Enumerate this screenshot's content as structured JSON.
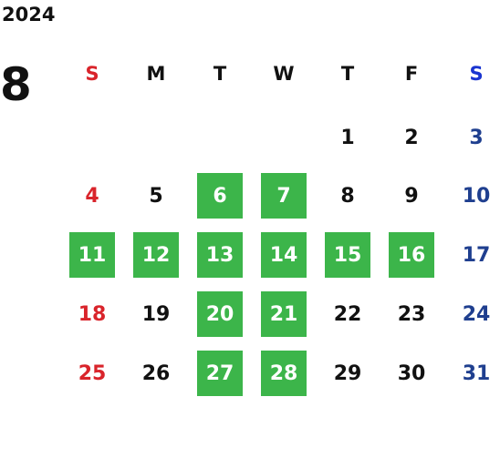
{
  "header": {
    "year": "2024",
    "month": "8"
  },
  "weekdays": [
    "S",
    "M",
    "T",
    "W",
    "T",
    "F",
    "S"
  ],
  "weeks": [
    [
      "",
      "",
      "",
      "",
      "1",
      "2",
      "3"
    ],
    [
      "4",
      "5",
      "6",
      "7",
      "8",
      "9",
      "10"
    ],
    [
      "11",
      "12",
      "13",
      "14",
      "15",
      "16",
      "17"
    ],
    [
      "18",
      "19",
      "20",
      "21",
      "22",
      "23",
      "24"
    ],
    [
      "25",
      "26",
      "27",
      "28",
      "29",
      "30",
      "31"
    ]
  ],
  "highlighted_days": [
    "6",
    "7",
    "11",
    "12",
    "13",
    "14",
    "15",
    "16",
    "20",
    "21",
    "27",
    "28"
  ],
  "colors": {
    "sunday": "#d9242b",
    "saturday_header": "#1a35d0",
    "saturday": "#1f3f8f",
    "highlight": "#3cb54a"
  }
}
